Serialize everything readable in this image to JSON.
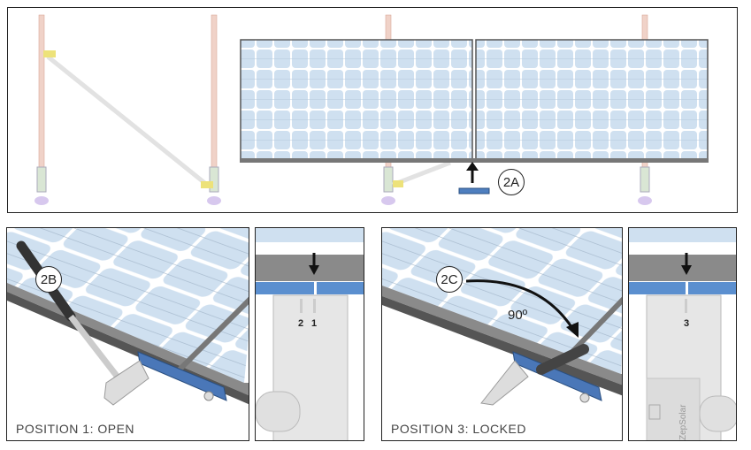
{
  "overview": {
    "callout": "2A"
  },
  "step_open": {
    "callout": "2B",
    "caption": "POSITION 1: OPEN"
  },
  "detail_open": {
    "marks": [
      "2",
      "1"
    ]
  },
  "step_locked": {
    "callout": "2C",
    "angle_label": "90º",
    "caption": "POSITION 3: LOCKED"
  },
  "detail_locked": {
    "marks": [
      "3"
    ],
    "brand": "ZepSolar"
  },
  "colors": {
    "cell": "#cfe0f0",
    "bracket": "#5b8fcf",
    "frame": "#888888",
    "handle": "#444444"
  }
}
